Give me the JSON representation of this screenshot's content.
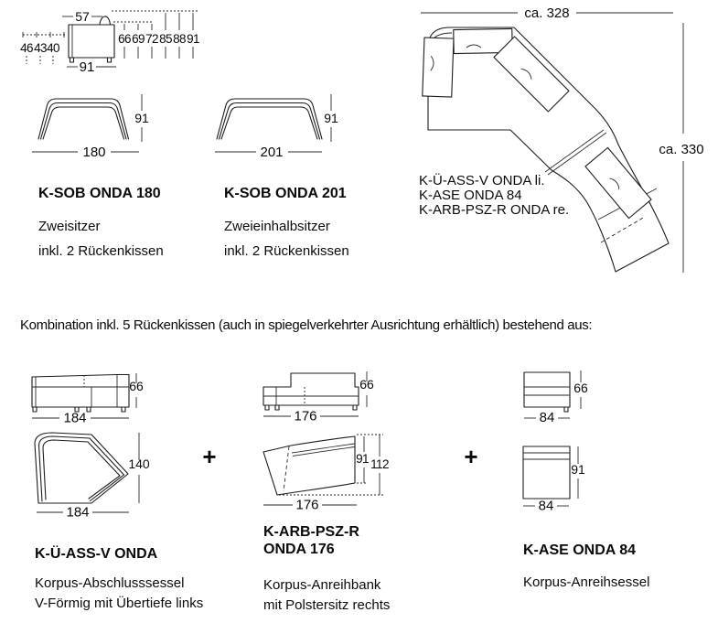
{
  "side_view": {
    "top_width": "57",
    "left_dims": [
      "46",
      "43",
      "40"
    ],
    "right_dims": [
      "66",
      "69",
      "72",
      "85",
      "88",
      "91"
    ],
    "bottom_width": "91"
  },
  "sob180": {
    "title": "K-SOB ONDA 180",
    "line1": "Zweisitzer",
    "line2": "inkl. 2 Rückenkissen",
    "width": "180",
    "height": "91"
  },
  "sob201": {
    "title": "K-SOB ONDA 201",
    "line1": "Zweieinhalbsitzer",
    "line2": "inkl. 2 Rückenkissen",
    "width": "201",
    "height": "91"
  },
  "combination": {
    "width_label": "ca. 328",
    "height_label": "ca. 330",
    "parts": [
      "K-Ü-ASS-V ONDA li.",
      "K-ASE ONDA 84",
      "K-ARB-PSZ-R ONDA re."
    ]
  },
  "divider_text": "Kombination inkl. 5 Rückenkissen (auch in spiegelverkehrter Ausrichtung erhältlich) bestehend aus:",
  "plus": "+",
  "col1": {
    "elev_height": "66",
    "elev_width": "184",
    "plan_depth": "140",
    "plan_width": "184",
    "title": "K-Ü-ASS-V ONDA",
    "desc1": "Korpus-Abschlusssessel",
    "desc2": "V-Förmig mit Übertiefe links"
  },
  "col2": {
    "elev_height": "66",
    "elev_width": "176",
    "plan_depth1": "91",
    "plan_depth2": "112",
    "plan_width": "176",
    "title1": "K-ARB-PSZ-R",
    "title2": "ONDA 176",
    "desc1": "Korpus-Anreihbank",
    "desc2": "mit Polstersitz rechts"
  },
  "col3": {
    "elev_height": "66",
    "elev_width": "84",
    "plan_depth": "91",
    "plan_width": "84",
    "title": "K-ASE ONDA 84",
    "desc1": "Korpus-Anreihsessel"
  }
}
